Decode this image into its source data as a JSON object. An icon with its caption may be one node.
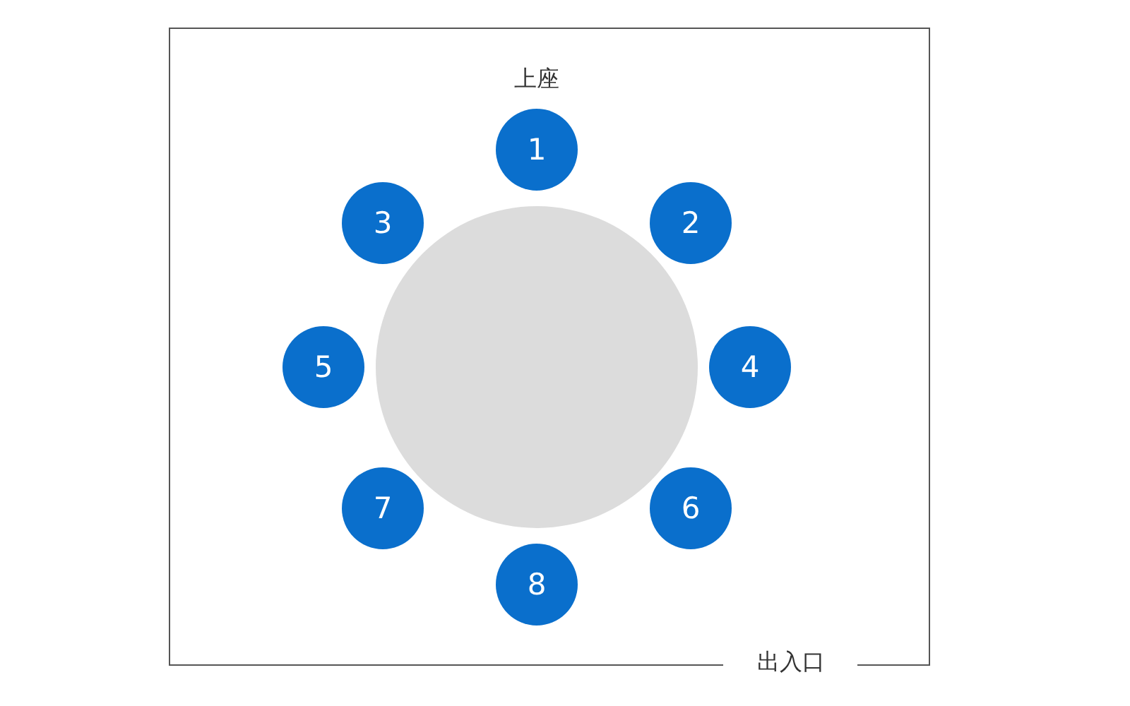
{
  "diagram": {
    "nodes": [
      {
        "text": [
          "1"
        ]
      },
      {
        "text": [
          "3"
        ]
      },
      {
        "text": [
          "2"
        ]
      },
      {
        "text": [
          "5"
        ]
      },
      {
        "text": [],
        "shape": "circle"
      },
      {
        "text": [
          "4"
        ]
      },
      {
        "text": [
          "7"
        ]
      },
      {
        "text": [
          "6"
        ]
      },
      {
        "text": [
          "8"
        ]
      }
    ],
    "labels": [
      "上座",
      "出入口"
    ]
  }
}
